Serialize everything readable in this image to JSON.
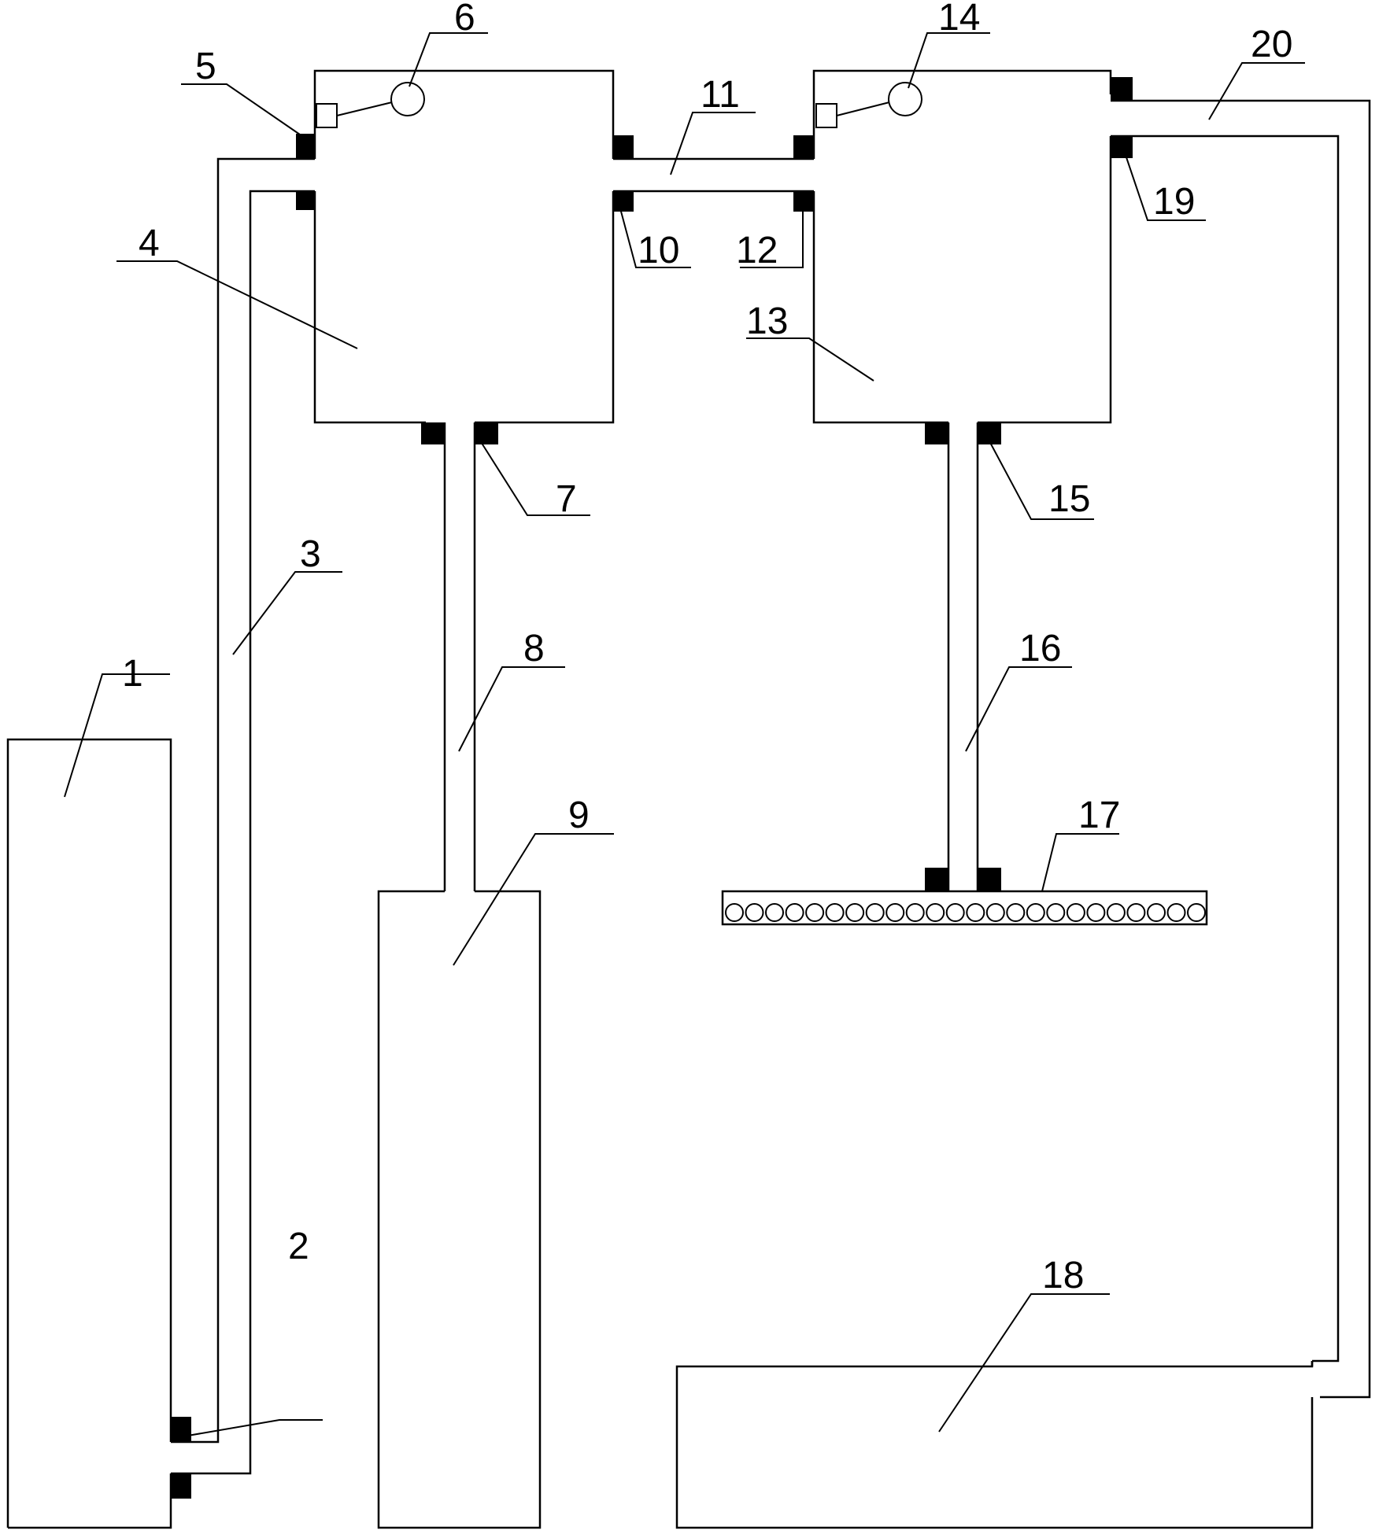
{
  "labels": {
    "1": "1",
    "2": "2",
    "3": "3",
    "4": "4",
    "5": "5",
    "6": "6",
    "7": "7",
    "8": "8",
    "9": "9",
    "10": "10",
    "11": "11",
    "12": "12",
    "13": "13",
    "14": "14",
    "15": "15",
    "16": "16",
    "17": "17",
    "18": "18",
    "19": "19",
    "20": "20"
  }
}
